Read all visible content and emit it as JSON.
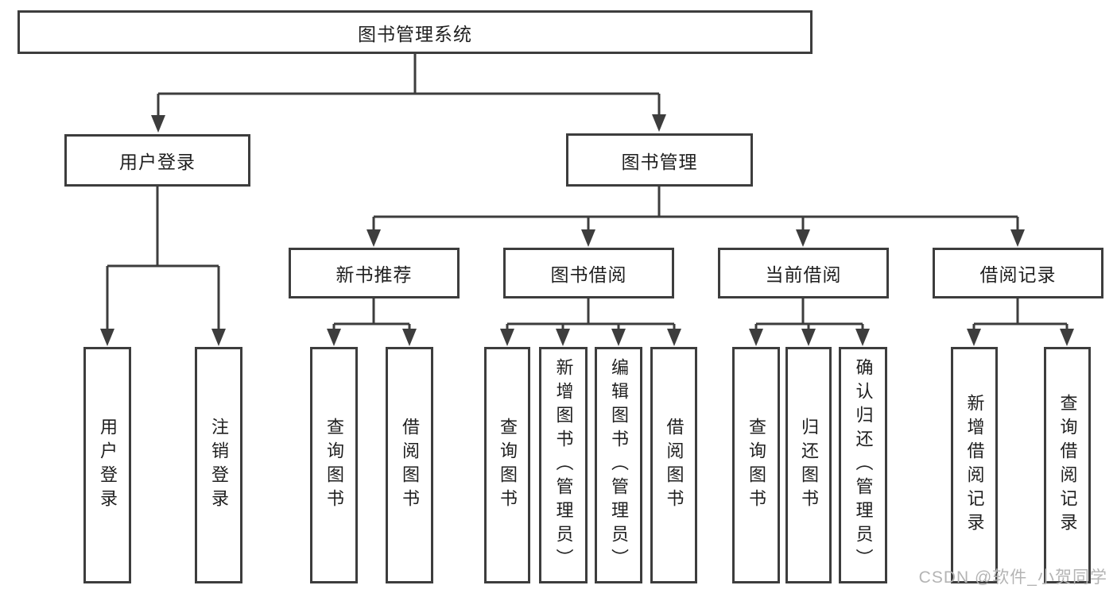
{
  "tree": {
    "label": "图书管理系统",
    "children": [
      {
        "label": "用户登录",
        "children": [
          {
            "label": "用户登录"
          },
          {
            "label": "注销登录"
          }
        ]
      },
      {
        "label": "图书管理",
        "children": [
          {
            "label": "新书推荐",
            "children": [
              {
                "label": "查询图书"
              },
              {
                "label": "借阅图书"
              }
            ]
          },
          {
            "label": "图书借阅",
            "children": [
              {
                "label": "查询图书"
              },
              {
                "label": "新增图书（管理员）"
              },
              {
                "label": "编辑图书（管理员）"
              },
              {
                "label": "借阅图书"
              }
            ]
          },
          {
            "label": "当前借阅",
            "children": [
              {
                "label": "查询图书"
              },
              {
                "label": "归还图书"
              },
              {
                "label": "确认归还（管理员）"
              }
            ]
          },
          {
            "label": "借阅记录",
            "children": [
              {
                "label": "新增借阅记录"
              },
              {
                "label": "查询借阅记录"
              }
            ]
          }
        ]
      }
    ]
  },
  "watermark": "CSDN @软件_小贺同学",
  "colors": {
    "line": "#3d3d3d",
    "text": "#1f1f1f",
    "watermark": "#b4b4b4",
    "background": "#ffffff"
  }
}
